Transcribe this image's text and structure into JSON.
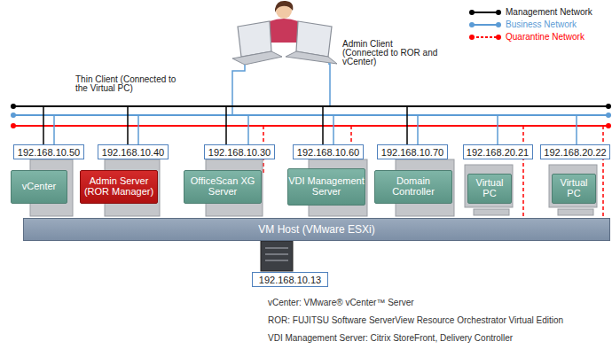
{
  "diagram": {
    "nodes": [
      {
        "text": [
          "192.168.10.50"
        ]
      },
      {
        "text": [
          "192.168.10.40"
        ]
      },
      {
        "text": [
          "192.168.10.30"
        ]
      },
      {
        "text": [
          "192.168.10.60"
        ]
      },
      {
        "text": [
          "192.168.10.70"
        ]
      },
      {
        "text": [
          "192.168.20.21"
        ]
      },
      {
        "text": [
          "192.168.20.22"
        ]
      },
      {
        "text": [
          "vCenter"
        ]
      },
      {
        "text": [
          "Admin Server (ROR Manager)"
        ]
      },
      {
        "text": [
          "OfficeScan XG Server"
        ]
      },
      {
        "text": [
          "VDI Management Server"
        ]
      },
      {
        "text": [
          "Domain Controller"
        ]
      },
      {
        "text": [
          "Virtual PC"
        ]
      },
      {
        "text": [
          "Virtual PC"
        ]
      },
      {
        "text": [
          "VM Host (VMware ESXi)"
        ]
      },
      {
        "text": [
          "192.168.10.13"
        ]
      }
    ],
    "labels": [
      "Thin Client (Connected to the Virtual PC)",
      "Admin Client (Connected to ROR and vCenter)",
      "vCenter: VMware® vCenter™ Server",
      "ROR: FUJITSU Software ServerView Resource Orchestrator Virtual Edition",
      "VDI Management Server: Citrix StoreFront, Delivery Controller"
    ],
    "legend": [
      {
        "text": "Management Network",
        "color": "#000000"
      },
      {
        "text": "Business Network",
        "color": "#5b9bd5"
      },
      {
        "text": "Quarantine Network",
        "color": "#ff0000"
      }
    ]
  }
}
